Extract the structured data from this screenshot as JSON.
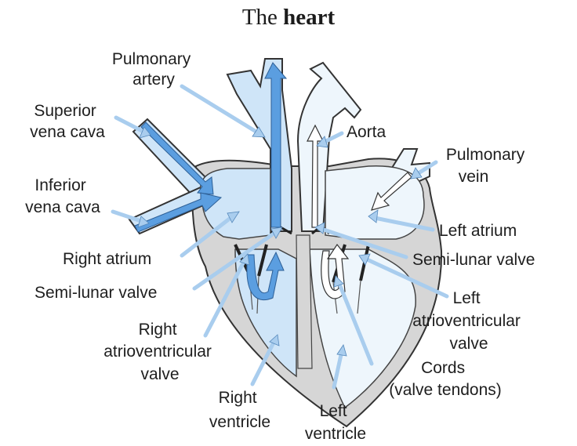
{
  "title": {
    "prefix": "The",
    "bold": "heart"
  },
  "labels": {
    "pulmonary_artery": [
      "Pulmonary",
      "artery"
    ],
    "superior_vena_cava": [
      "Superior",
      "vena cava"
    ],
    "inferior_vena_cava": [
      "Inferior",
      "vena cava"
    ],
    "aorta": [
      "Aorta"
    ],
    "pulmonary_vein": [
      "Pulmonary",
      "vein"
    ],
    "left_atrium": [
      "Left atrium"
    ],
    "right_atrium": [
      "Right atrium"
    ],
    "semi_lunar_valve_right": [
      "Semi-lunar valve"
    ],
    "semi_lunar_valve_left": [
      "Semi-lunar valve"
    ],
    "left_atrioventricular_valve": [
      "Left",
      "atrioventricular",
      "valve"
    ],
    "right_atrioventricular_valve": [
      "Right",
      "atrioventricular",
      "valve"
    ],
    "cords": [
      "Cords",
      "(valve tendons)"
    ],
    "right_ventricle": [
      "Right",
      "ventricle"
    ],
    "left_ventricle": [
      "Left",
      "ventricle"
    ]
  },
  "colors": {
    "heart_wall": "#d6d6d6",
    "deoxygenated": "#cfe5f8",
    "oxygenated": "#eef6fc",
    "flow_arrow": "#5b9ee0",
    "pointer": "#a9cdee",
    "outline": "#333333"
  }
}
